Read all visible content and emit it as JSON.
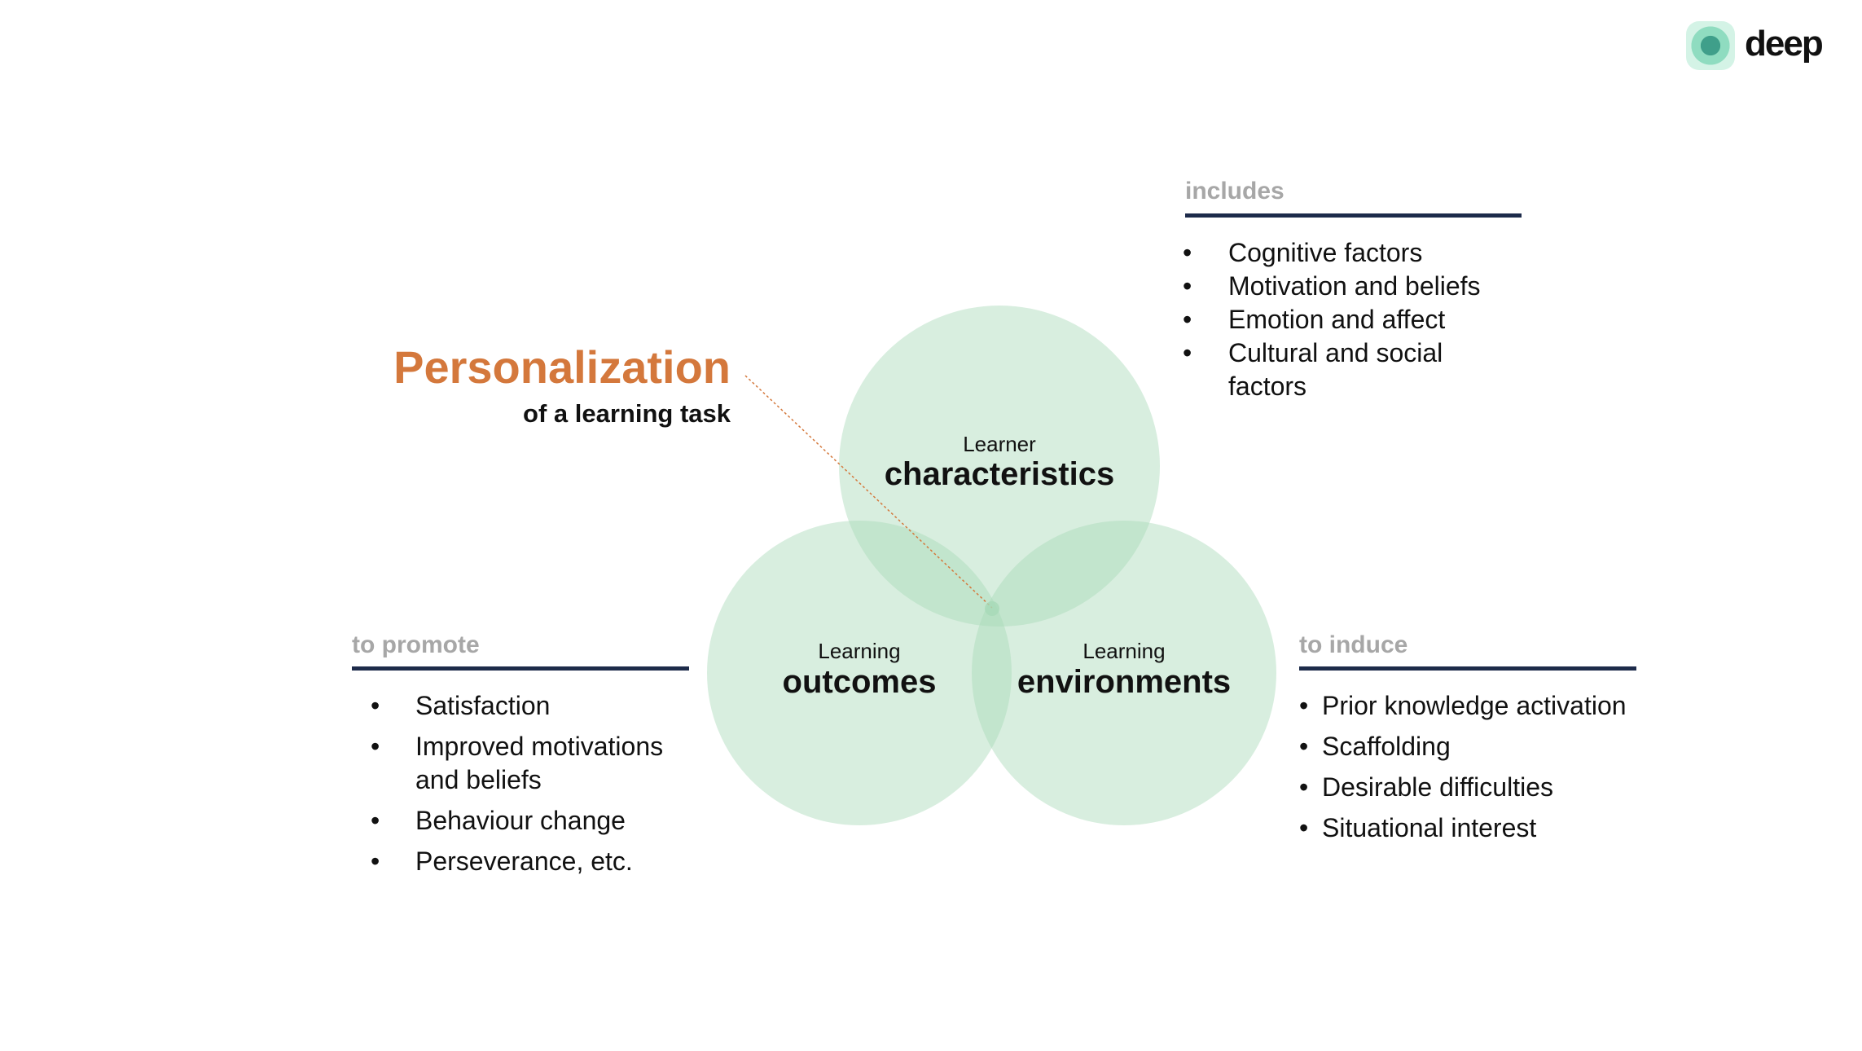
{
  "logo": {
    "text": "deep"
  },
  "personalization": {
    "title": "Personalization",
    "subtitle": "of a learning task"
  },
  "circles": {
    "top": {
      "small": "Learner",
      "big": "characteristics"
    },
    "left": {
      "small": "Learning",
      "big": "outcomes"
    },
    "right": {
      "small": "Learning",
      "big": "environments"
    }
  },
  "sections": {
    "includes": {
      "title": "includes",
      "items": [
        "Cognitive factors",
        "Motivation and beliefs",
        "Emotion and affect",
        "Cultural and social factors"
      ]
    },
    "promote": {
      "title": "to promote",
      "items": [
        "Satisfaction",
        "Improved motivations and beliefs",
        "Behaviour change",
        "Perseverance, etc."
      ]
    },
    "induce": {
      "title": "to induce",
      "items": [
        "Prior knowledge activation",
        "Scaffolding",
        "Desirable difficulties",
        "Situational interest"
      ]
    }
  },
  "colors": {
    "accent": "#d4783c",
    "circle_fill": "#a8d9b8",
    "rule": "#1d2b4a",
    "section_title": "#a7a7a7"
  }
}
